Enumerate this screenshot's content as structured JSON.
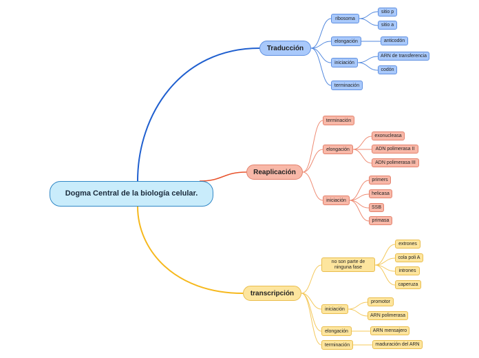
{
  "root": {
    "label": "Dogma Central de la biología celular."
  },
  "colors": {
    "traduccion": "#1f5fcf",
    "replicacion": "#e8522b",
    "transcripcion": "#f6b81c"
  },
  "branches": {
    "traduccion": {
      "label": "Traducción",
      "children": {
        "ribosoma": {
          "label": "ribosoma",
          "items": [
            "sitio p",
            "sitio a"
          ]
        },
        "elongacion": {
          "label": "elongación",
          "items": [
            "anticodón"
          ]
        },
        "iniciacion": {
          "label": "iniciación",
          "items": [
            "ARN de transferencia",
            "codón"
          ]
        },
        "terminacion": {
          "label": "terminación"
        }
      }
    },
    "replicacion": {
      "label": "Reaplicación",
      "children": {
        "terminacion": {
          "label": "terminación"
        },
        "elongacion": {
          "label": "elongación",
          "items": [
            "exonucleasa",
            "ADN polimerasa II",
            "ADN polimerasa III"
          ]
        },
        "iniciacion": {
          "label": "iniciación",
          "items": [
            "primers",
            "helicasa",
            "SSB",
            "primasa"
          ]
        }
      }
    },
    "transcripcion": {
      "label": "transcripción",
      "children": {
        "nofase": {
          "label": "no son parte de ninguna fase",
          "items": [
            "extrones",
            "cola poli A",
            "intrones",
            "caperuza"
          ]
        },
        "iniciacion": {
          "label": "iniciación",
          "items": [
            "promotor",
            "ARN polimerasa"
          ]
        },
        "elongacion": {
          "label": "elongación",
          "items": [
            "ARN mensajero"
          ]
        },
        "terminacion": {
          "label": "terminación",
          "items": [
            "maduración del ARN"
          ]
        }
      }
    }
  }
}
